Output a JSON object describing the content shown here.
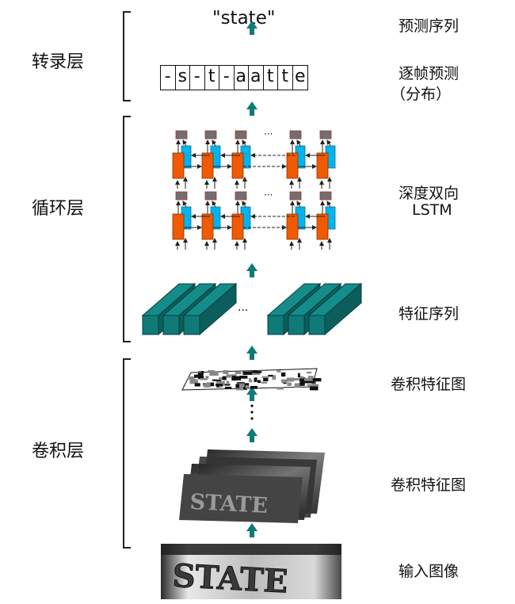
{
  "layers": {
    "transcription": "转录层",
    "recurrent": "循环层",
    "conv": "卷积层"
  },
  "right_labels": {
    "pred_seq": "预测序列",
    "frame_pred_1": "逐帧预测",
    "frame_pred_2": "（分布）",
    "bilstm_1": "深度双向",
    "bilstm_2": "LSTM",
    "feature_seq": "特征序列",
    "conv_map_top": "卷积特征图",
    "conv_map_mid": "卷积特征图",
    "input_image": "输入图像"
  },
  "output_text": "\"state\"",
  "frame_chars": [
    "-",
    "s",
    "-",
    "t",
    "-",
    "a",
    "a",
    "t",
    "t",
    "e"
  ],
  "ellipsis": "···",
  "input_word": "STATE",
  "colors": {
    "teal": "#0f7a78",
    "orange": "#f05a00",
    "cyan": "#00b4ee",
    "gray": "#707070"
  }
}
